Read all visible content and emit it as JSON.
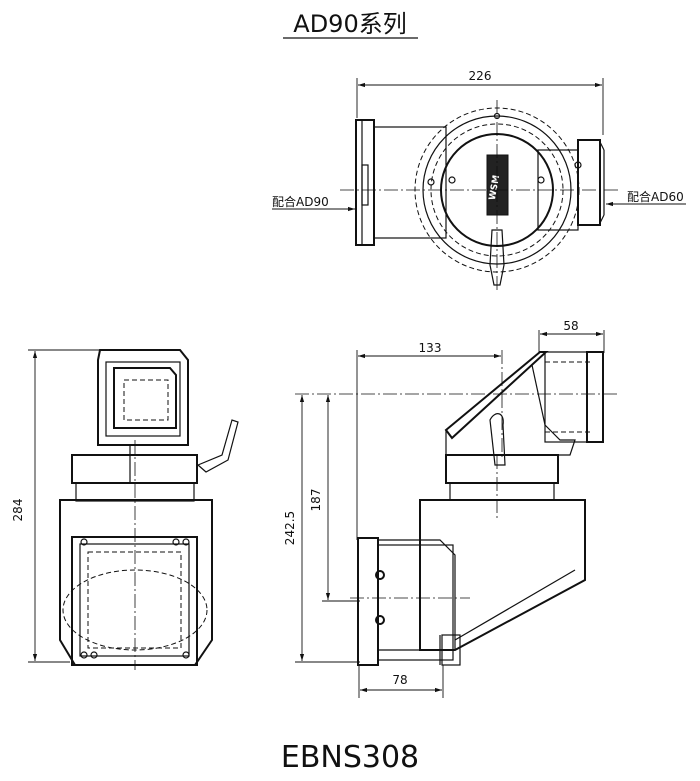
{
  "title": "AD90系列",
  "model": "EBNS308",
  "top_view": {
    "width_dim": "226",
    "left_label": "配合AD90",
    "right_label": "配合AD60",
    "logo": "WSM"
  },
  "front_view": {
    "height_dim": "284"
  },
  "side_view": {
    "dim_horizontal_top": "133",
    "dim_outlet": "58",
    "dim_height_inner": "187",
    "dim_height_outer": "242.5",
    "dim_bottom": "78"
  }
}
